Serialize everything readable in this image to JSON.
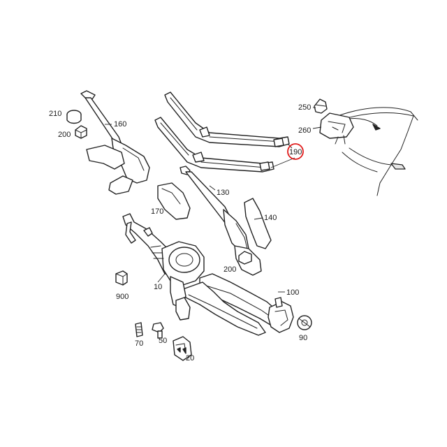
{
  "accent": "#e01a1a",
  "callouts": {
    "p210": "210",
    "p200a": "200",
    "p160": "160",
    "p250": "250",
    "p260": "260",
    "p190": "190",
    "p130": "130",
    "p170": "170",
    "p140": "140",
    "p200b": "200",
    "p900": "900",
    "p10": "10",
    "p100": "100",
    "p90": "90",
    "p70": "70",
    "p50": "50",
    "p20": "20"
  },
  "highlighted_callout": "190"
}
